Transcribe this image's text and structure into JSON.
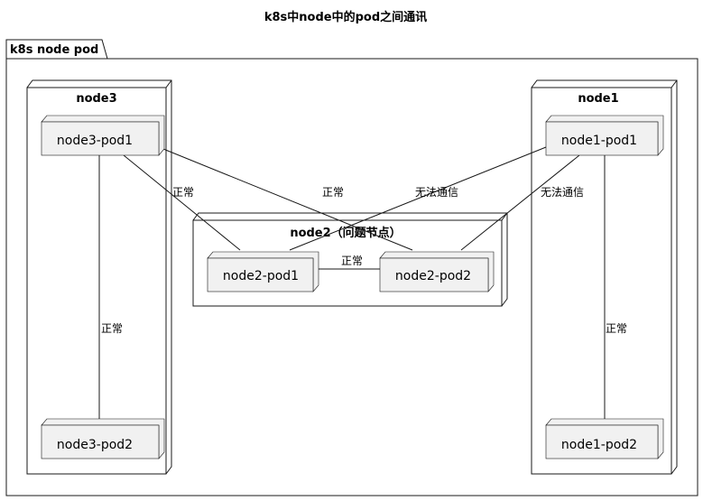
{
  "title": "k8s中node中的pod之间通讯",
  "package": {
    "label": "k8s node pod"
  },
  "nodes": [
    {
      "id": "node3",
      "label": "node3"
    },
    {
      "id": "node1",
      "label": "node1"
    },
    {
      "id": "node2",
      "label": "node2（问题节点）"
    }
  ],
  "pods": [
    {
      "id": "node3-pod1",
      "label": "node3-pod1"
    },
    {
      "id": "node3-pod2",
      "label": "node3-pod2"
    },
    {
      "id": "node1-pod1",
      "label": "node1-pod1"
    },
    {
      "id": "node1-pod2",
      "label": "node1-pod2"
    },
    {
      "id": "node2-pod1",
      "label": "node2-pod1"
    },
    {
      "id": "node2-pod2",
      "label": "node2-pod2"
    }
  ],
  "edges": [
    {
      "from": "node3-pod1",
      "to": "node2-pod1",
      "label": "正常"
    },
    {
      "from": "node3-pod1",
      "to": "node2-pod2",
      "label": "正常"
    },
    {
      "from": "node1-pod1",
      "to": "node2-pod1",
      "label": "无法通信"
    },
    {
      "from": "node1-pod1",
      "to": "node2-pod2",
      "label": "无法通信"
    },
    {
      "from": "node2-pod1",
      "to": "node2-pod2",
      "label": "正常"
    },
    {
      "from": "node3-pod1",
      "to": "node3-pod2",
      "label": "正常"
    },
    {
      "from": "node1-pod1",
      "to": "node1-pod2",
      "label": "正常"
    }
  ]
}
